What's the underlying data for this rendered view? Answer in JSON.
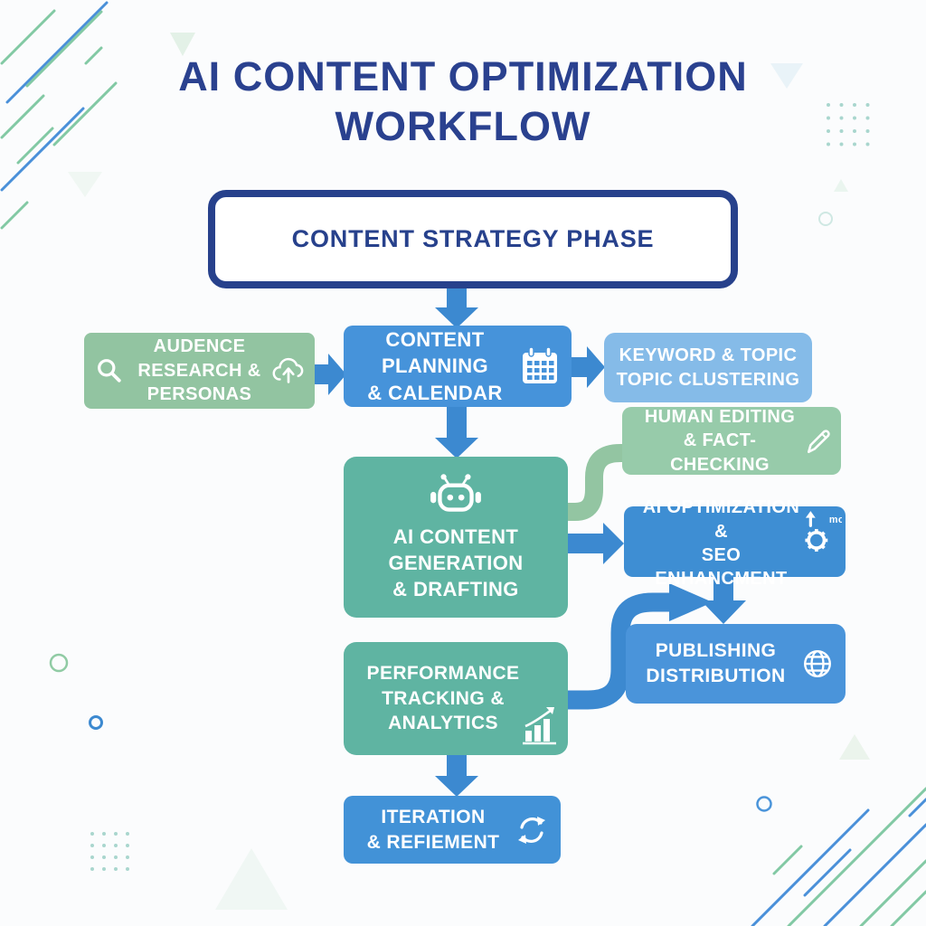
{
  "title": "AI CONTENT OPTIMIZATION\nWORKFLOW",
  "colors": {
    "navy": "#27418c",
    "box_blue": "#4693da",
    "box_blue_deep": "#3e8ed3",
    "box_light_blue": "#85bbe8",
    "box_green": "#92c4a1",
    "box_teal": "#5fb4a2",
    "arrow_blue": "#3c89d0",
    "background": "#fbfcfd"
  },
  "nodes": {
    "strategy": {
      "label": "CONTENT STRATEGY PHASE"
    },
    "audience": {
      "label": "AUDENCE\nRESEARCH &\nPERSONAS",
      "icons": [
        "search-icon",
        "cloud-upload-icon"
      ]
    },
    "planning": {
      "label": "CONTENT\nPLANNING\n& CALENDAR",
      "icons": [
        "calendar-icon"
      ]
    },
    "keyword": {
      "label": "KEYWORD & TOPIC\nTOPIC CLUSTERING",
      "icons": []
    },
    "human_editing": {
      "label": "HUMAN EDITING\n& FACT-CHECKING",
      "icons": [
        "pencil-icon"
      ]
    },
    "ai_generation": {
      "label": "AI CONTENT\nGENERATION\n& DRAFTING",
      "icons": [
        "robot-icon"
      ]
    },
    "ai_optimization": {
      "label": "AI OPTIMIZATION &\nSEO ENHANCMENT",
      "icons": [
        "gear-up-arrow-icon"
      ],
      "icon_note": "mo"
    },
    "publishing": {
      "label": "PUBLISHING\nDISTRIBUTION",
      "icons": [
        "globe-icon"
      ]
    },
    "performance": {
      "label": "PERFORMANCE\nTRACKING &\nANALYTICS",
      "icons": [
        "chart-growth-icon"
      ]
    },
    "iteration": {
      "label": "ITERATION\n& REFIEMENT",
      "icons": [
        "refresh-icon"
      ]
    }
  }
}
